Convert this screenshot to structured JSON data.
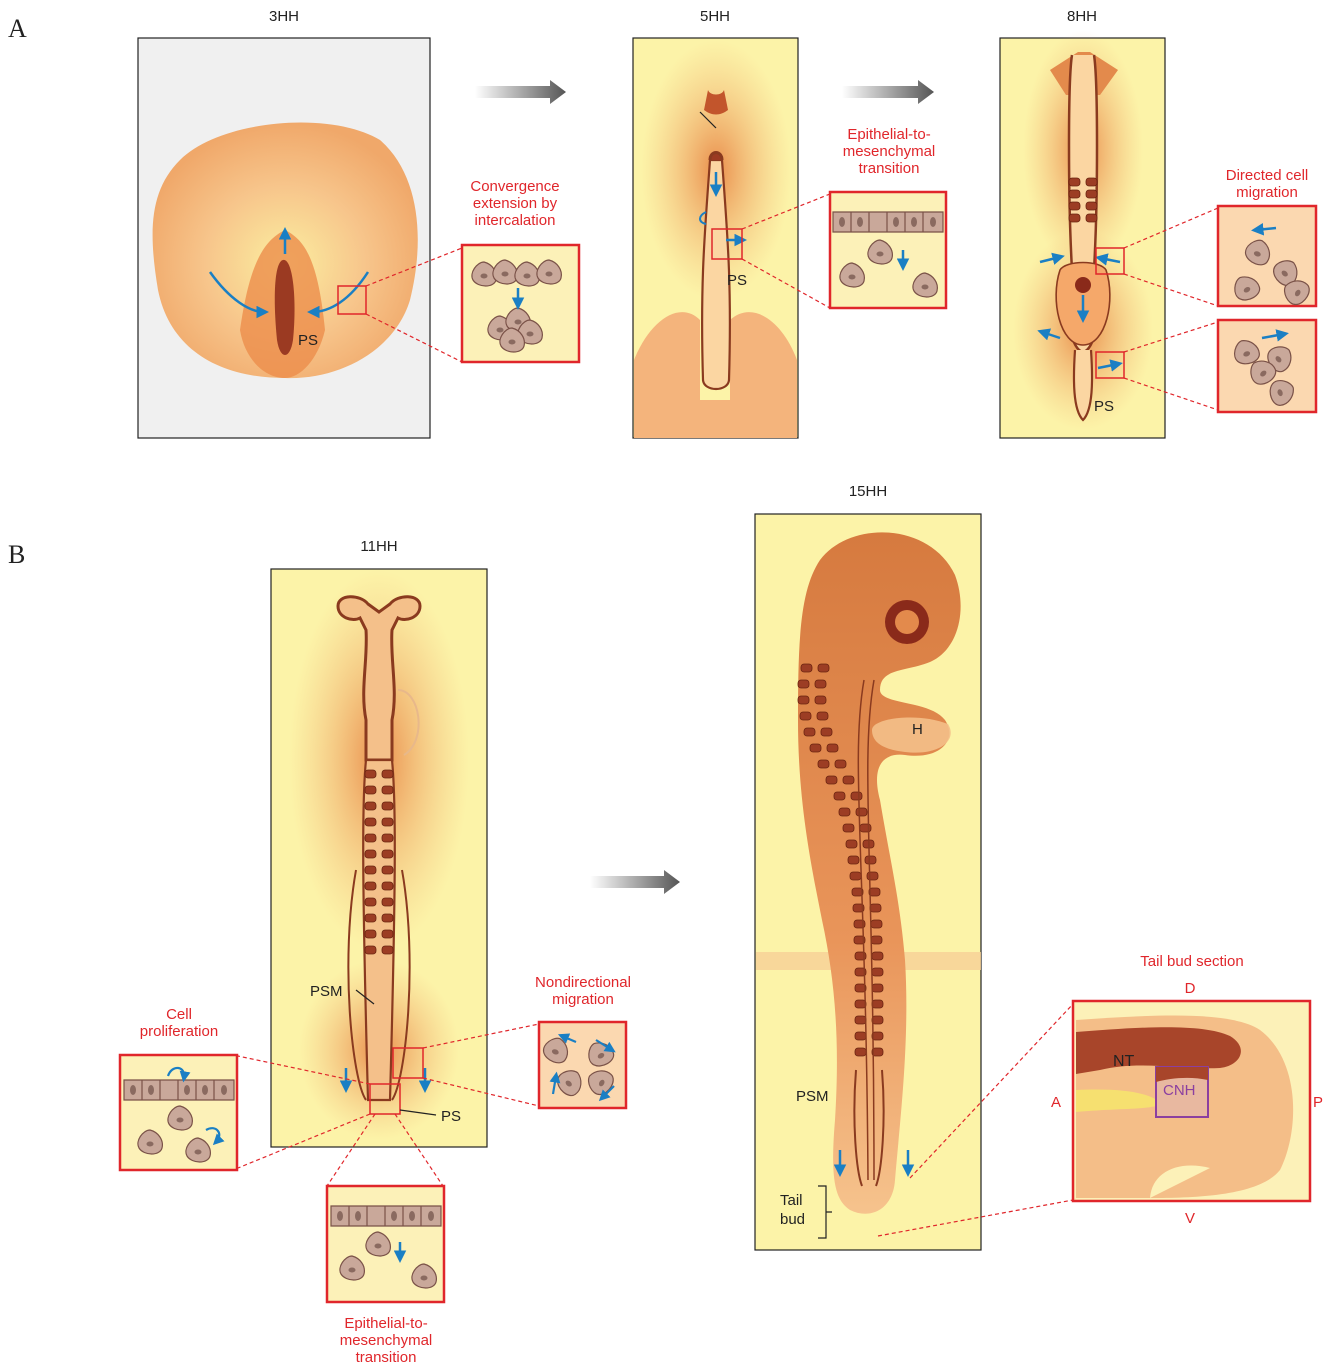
{
  "panels": {
    "a": "A",
    "b": "B"
  },
  "stages": {
    "hh3": "3HH",
    "hh5": "5HH",
    "hh8": "8HH",
    "hh11": "11HH",
    "hh15": "15HH"
  },
  "labels": {
    "ps": "PS",
    "psm": "PSM",
    "h": "H",
    "nt": "NT",
    "cnh": "CNH",
    "tail_bud_line1": "Tail",
    "tail_bud_line2": "bud"
  },
  "processes": {
    "convergence": [
      "Convergence",
      "extension by",
      "intercalation"
    ],
    "emt": [
      "Epithelial-to-",
      "mesenchymal",
      "transition"
    ],
    "directed": [
      "Directed cell",
      "migration"
    ],
    "proliferation": [
      "Cell",
      "proliferation"
    ],
    "nondirectional": [
      "Nondirectional",
      "migration"
    ],
    "tail_bud_section": "Tail bud section"
  },
  "axes": {
    "dorsal": "D",
    "ventral": "V",
    "anterior": "A",
    "posterior": "P"
  },
  "colors": {
    "background_panel": "#fcf3a8",
    "grey_panel": "#f0f0f0",
    "tissue": "#f2ae72",
    "tissue_dark": "#8a3a1f",
    "box_red": "#e0262b",
    "arrow_blue": "#1a7fc4",
    "cell_fill": "#c9a89a",
    "cnh_purple": "#8b3fa0"
  }
}
